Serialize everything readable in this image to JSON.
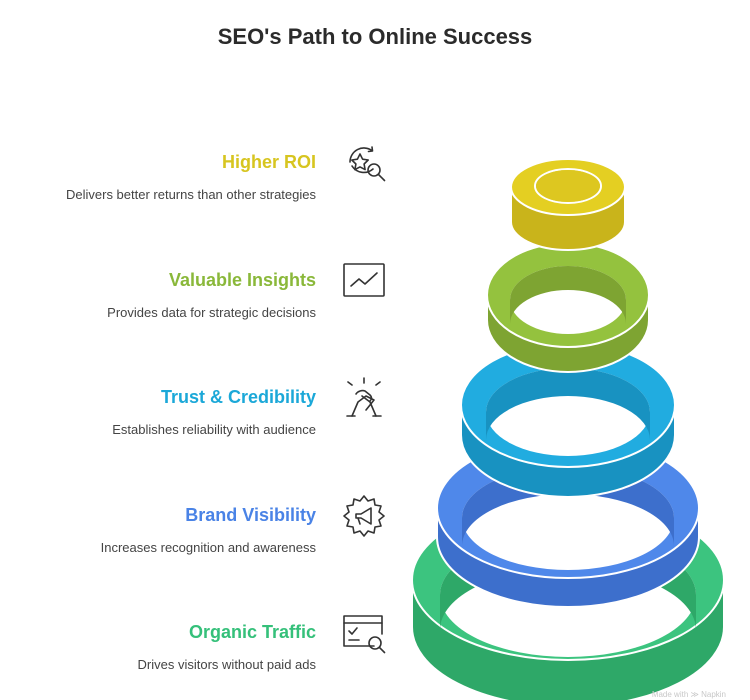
{
  "title": "SEO's Path to Online Success",
  "items": [
    {
      "label": "Higher ROI",
      "description": "Delivers better returns than other strategies",
      "color": "#d7c520",
      "icon": "star-magnifier-icon"
    },
    {
      "label": "Valuable Insights",
      "description": "Provides data for strategic decisions",
      "color": "#8ab83a",
      "icon": "line-chart-icon"
    },
    {
      "label": "Trust & Credibility",
      "description": "Establishes reliability with audience",
      "color": "#1ba8d8",
      "icon": "handshake-icon"
    },
    {
      "label": "Brand Visibility",
      "description": "Increases recognition and awareness",
      "color": "#4a83e6",
      "icon": "megaphone-icon"
    },
    {
      "label": "Organic Traffic",
      "description": "Drives visitors without paid ads",
      "color": "#35c07a",
      "icon": "browser-search-icon"
    }
  ],
  "ring_colors": {
    "higher_roi": {
      "top": "#e4cf22",
      "side": "#c9b41b"
    },
    "valuable_insights": {
      "top": "#94c23e",
      "side": "#7ea432"
    },
    "trust_credibility": {
      "top": "#21ace0",
      "side": "#1892c1"
    },
    "brand_visibility": {
      "top": "#4f88ea",
      "side": "#3d6fcc"
    },
    "organic_traffic": {
      "top": "#3cc47f",
      "side": "#2ea868"
    }
  },
  "credit": "Made with ≫ Napkin"
}
